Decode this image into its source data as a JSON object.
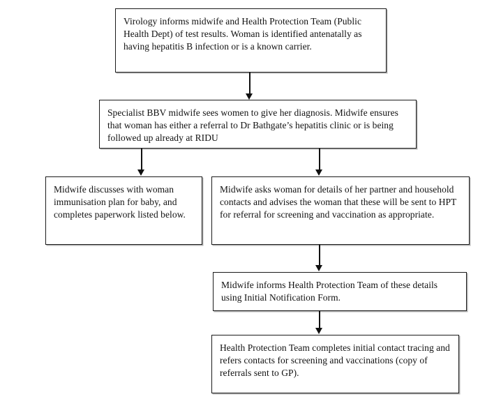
{
  "document": {
    "title": "Hepatitis B antenatal care pathway flowchart",
    "background_color": "#ffffff",
    "line_color": "#111111",
    "text_color": "#111111"
  },
  "flowchart": {
    "type": "process-flow",
    "orientation": "top-to-bottom",
    "nodes": [
      {
        "id": "virology",
        "name": "node-virology",
        "text": "Virology informs midwife and Health Protection Team (Public Health Dept) of test results. Woman is identified antenatally as having hepatitis B infection or is a known carrier."
      },
      {
        "id": "bbv-midwife",
        "name": "node-bbv-midwife",
        "text": "Specialist BBV midwife sees women to give her diagnosis. Midwife ensures that woman has either a referral to Dr Bathgate’s hepatitis clinic or is being followed up already at RIDU"
      },
      {
        "id": "immunisation",
        "name": "node-immunisation",
        "text": "Midwife discusses with woman immunisation plan for baby, and completes paperwork listed below."
      },
      {
        "id": "contacts",
        "name": "node-contacts",
        "text": "Midwife asks woman for details of her partner and household contacts and advises the woman that these will be sent to HPT for referral for screening and vaccination as appropriate."
      },
      {
        "id": "notification",
        "name": "node-notification",
        "text": "Midwife informs Health Protection Team of these details using Initial Notification Form."
      },
      {
        "id": "hpt-tracing",
        "name": "node-hpt-tracing",
        "text": "Health Protection Team completes initial contact tracing and refers contacts for screening and vaccinations (copy of referrals sent to GP)."
      }
    ],
    "connectors": [
      {
        "id": "arrow1",
        "name": "arrow-virology-to-bbv-midwife",
        "from": "virology",
        "to": "bbv-midwife",
        "style": "solid-down-arrow"
      },
      {
        "id": "arrow2",
        "name": "arrow-bbv-midwife-to-immunisation",
        "from": "bbv-midwife",
        "to": "immunisation",
        "style": "solid-down-arrow"
      },
      {
        "id": "arrow3",
        "name": "arrow-bbv-midwife-to-contacts",
        "from": "bbv-midwife",
        "to": "contacts",
        "style": "solid-down-arrow"
      },
      {
        "id": "arrow4",
        "name": "arrow-contacts-to-notification",
        "from": "contacts",
        "to": "notification",
        "style": "solid-down-arrow"
      },
      {
        "id": "arrow5",
        "name": "arrow-notification-to-hpt-tracing",
        "from": "notification",
        "to": "hpt-tracing",
        "style": "solid-down-arrow"
      }
    ]
  }
}
